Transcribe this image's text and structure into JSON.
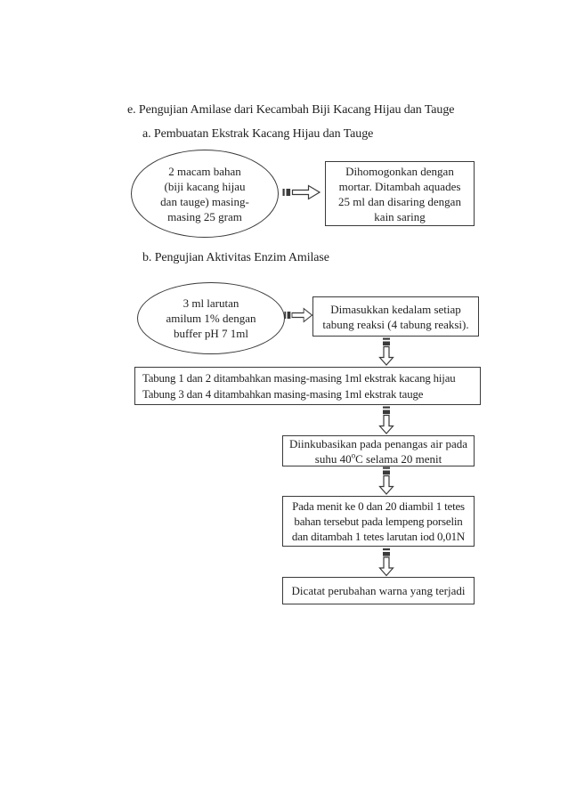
{
  "document": {
    "heading": "e. Pengujian Amilase dari Kecambah Biji Kacang Hijau dan Tauge",
    "section_a": {
      "title": "a. Pembuatan Ekstrak Kacang Hijau dan Tauge",
      "input_ellipse": {
        "lines": [
          "2 macam bahan",
          "(biji kacang hijau",
          "dan tauge) masing-",
          "masing 25 gram"
        ]
      },
      "process_box": {
        "lines": [
          "Dihomogonkan dengan",
          "mortar. Ditambah aquades",
          "25 ml dan disaring dengan",
          "kain saring"
        ]
      }
    },
    "section_b": {
      "title": "b. Pengujian Aktivitas Enzim Amilase",
      "input_ellipse": {
        "lines": [
          "3 ml larutan",
          "amilum 1% dengan",
          "buffer pH 7 1ml"
        ]
      },
      "step1_box": {
        "lines": [
          "Dimasukkan kedalam setiap",
          "tabung reaksi (4 tabung reaksi)."
        ]
      },
      "step2_box": {
        "lines": [
          "Tabung 1 dan 2 ditambahkan masing-masing 1ml ekstrak kacang hijau",
          "Tabung 3 dan 4 ditambahkan masing-masing 1ml ekstrak tauge"
        ]
      },
      "step3_box": {
        "line1": "Diinkubasikan pada penangas air pada",
        "line2_pre": "suhu 40",
        "line2_sup": "o",
        "line2_post": "C selama 20 menit"
      },
      "step4_box": {
        "lines": [
          "Pada menit ke 0 dan 20 diambil 1 tetes",
          "bahan tersebut pada lempeng porselin",
          "dan ditambah 1 tetes larutan iod 0,01N"
        ]
      },
      "step5_box": {
        "lines": [
          "Dicatat perubahan warna yang terjadi"
        ]
      }
    },
    "icons": {
      "right_arrow": "striped-right-arrow",
      "down_arrow": "striped-down-arrow"
    },
    "colors": {
      "ink": "#1f1f1f",
      "border": "#3a3a3a",
      "background": "#ffffff"
    }
  }
}
